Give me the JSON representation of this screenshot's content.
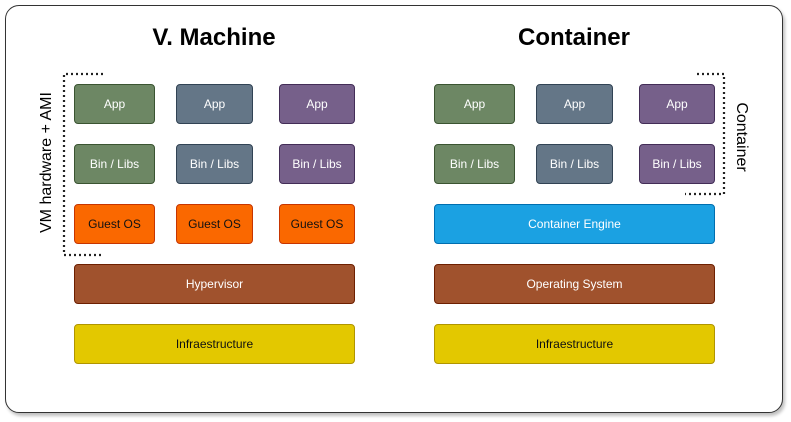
{
  "vm": {
    "title": "V. Machine",
    "app_label": "App",
    "libs_label": "Bin / Libs",
    "guest_os_label": "Guest OS",
    "hypervisor_label": "Hypervisor",
    "infra_label": "Infraestructure",
    "bracket_label": "VM hardware + AMI"
  },
  "container": {
    "title": "Container",
    "app_label": "App",
    "libs_label": "Bin / Libs",
    "engine_label": "Container Engine",
    "os_label": "Operating System",
    "infra_label": "Infraestructure",
    "bracket_label": "Container"
  },
  "colors": {
    "app_green": "#6d8764",
    "app_slate": "#647687",
    "app_purple": "#76608a",
    "guest_os": "#fa6800",
    "hypervisor": "#a0522d",
    "infrastructure": "#e3c800",
    "engine": "#1ba1e2"
  }
}
